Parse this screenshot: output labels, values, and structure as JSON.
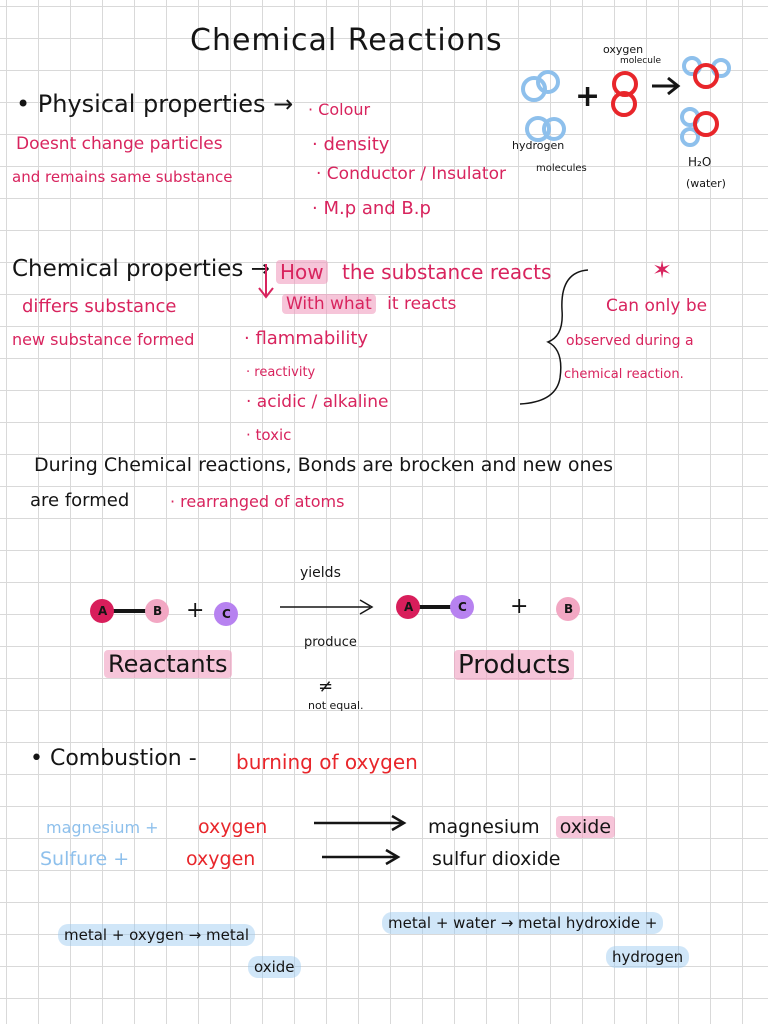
{
  "title": "Chemical Reactions",
  "diagram": {
    "oxygen_label_1": "oxygen",
    "oxygen_label_2": "molecule",
    "plus": "+",
    "hydrogen_label_1": "hydrogen",
    "hydrogen_label_2": "molecules",
    "water_formula": "H₂O",
    "water_label": "(water)"
  },
  "physical": {
    "heading": "• Physical properties →",
    "desc_1": "Doesnt change particles",
    "desc_2": "and remains same substance",
    "list": [
      "· Colour",
      "· density",
      "· Conductor / Insulator",
      "· M.p and B.p"
    ]
  },
  "chemical": {
    "heading": "Chemical properties →",
    "desc_1": "differs substance",
    "desc_2": "new substance formed",
    "how_1": "How",
    "how_2": "the substance reacts",
    "with_what": "With what",
    "with_what_rest": "it reacts",
    "list": [
      "· flammability",
      "· reactivity",
      "· acidic / alkaline",
      "· toxic"
    ],
    "star": "✶",
    "observed_1": "Can only be",
    "observed_2": "observed during a",
    "observed_3": "chemical reaction."
  },
  "during": {
    "line_1": "During Chemical reactions, Bonds are brocken and new ones",
    "line_2a": "are formed",
    "line_2b": "· rearranged of atoms"
  },
  "reaction": {
    "atom_a": "A",
    "atom_b": "B",
    "atom_c": "C",
    "plus": "+",
    "yields": "yields",
    "produce": "produce",
    "reactants": "Reactants",
    "products": "Products",
    "not_equal_symbol": "≠",
    "not_equal_text": "not equal."
  },
  "combustion": {
    "heading": "• Combustion -",
    "definition": "burning of oxygen",
    "eq1_left": "magnesium +",
    "eq1_oxygen": "oxygen",
    "eq1_right": "magnesium",
    "eq1_right_hl": "oxide",
    "eq2_left": "Sulfure +",
    "eq2_oxygen": "oxygen",
    "eq2_right": "sulfur dioxide",
    "general_1a": "metal + oxygen → metal",
    "general_1b": "oxide",
    "general_2a": "metal + water → metal hydroxide +",
    "general_2b": "hydrogen"
  },
  "colors": {
    "pink": "#d8245e",
    "red": "#e8262b",
    "blue": "#8ec0ec",
    "highlight_pink": "#ef96b9",
    "atom_a": "#d81e5b",
    "atom_b": "#f2a7c3",
    "atom_c": "#b782f0"
  }
}
